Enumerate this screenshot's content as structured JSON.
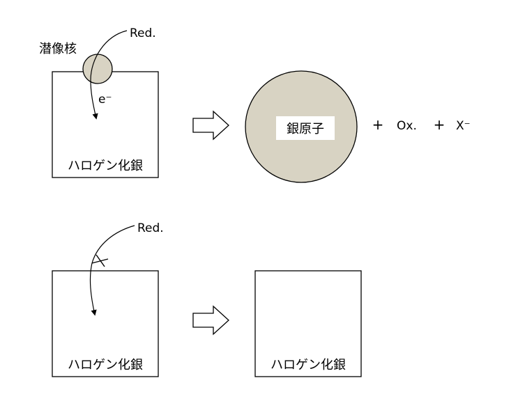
{
  "colors": {
    "fill": "#d8d3c3",
    "stroke": "#000000",
    "background": "#ffffff"
  },
  "top": {
    "nucleus_label": "潜像核",
    "reducer_label": "Red.",
    "electron_label": "e⁻",
    "crystal_label": "ハロゲン化銀",
    "silver_atom_label": "銀原子",
    "plus_1": "+",
    "oxidized_label": "Ox.",
    "plus_2": "+",
    "halide_label": "X⁻"
  },
  "bottom": {
    "reducer_label": "Red.",
    "crystal_label_left": "ハロゲン化銀",
    "crystal_label_right": "ハロゲン化銀"
  }
}
